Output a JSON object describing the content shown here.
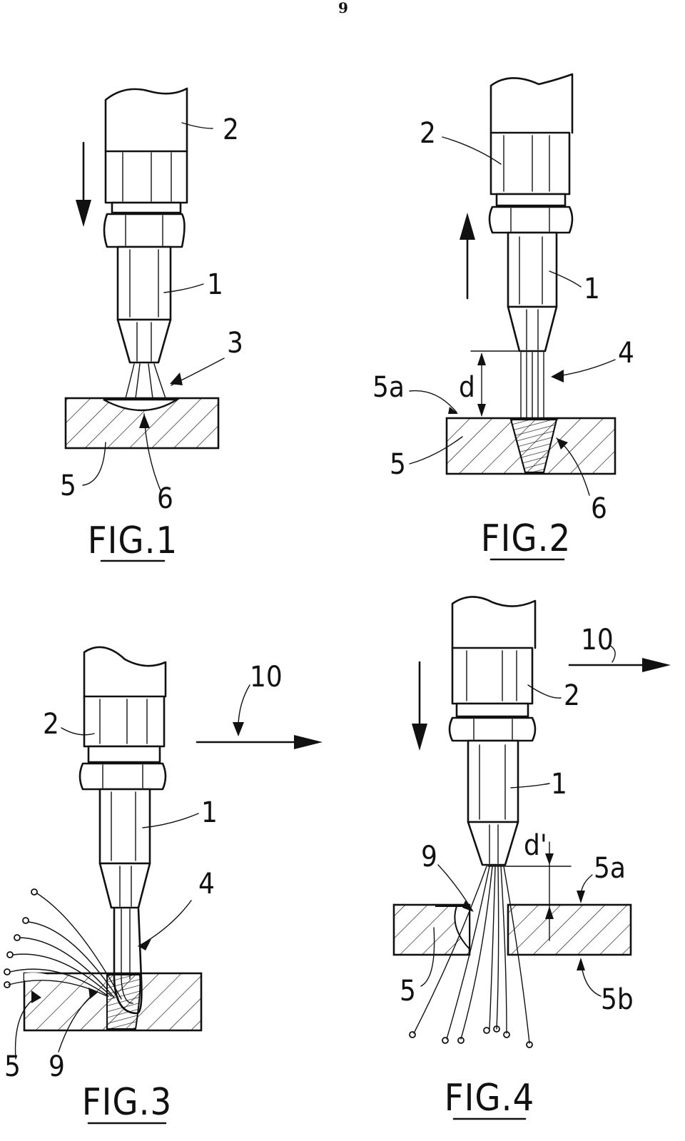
{
  "page_number": "9",
  "figures": [
    {
      "caption": "FIG.1",
      "labels": [
        "2",
        "1",
        "3",
        "5",
        "6"
      ]
    },
    {
      "caption": "FIG.2",
      "labels": [
        "2",
        "1",
        "4",
        "5a",
        "d",
        "5",
        "6"
      ]
    },
    {
      "caption": "FIG.3",
      "labels": [
        "2",
        "10",
        "1",
        "4",
        "5",
        "9"
      ]
    },
    {
      "caption": "FIG.4",
      "labels": [
        "10",
        "2",
        "1",
        "d'",
        "9",
        "5a",
        "5",
        "5b"
      ]
    }
  ]
}
